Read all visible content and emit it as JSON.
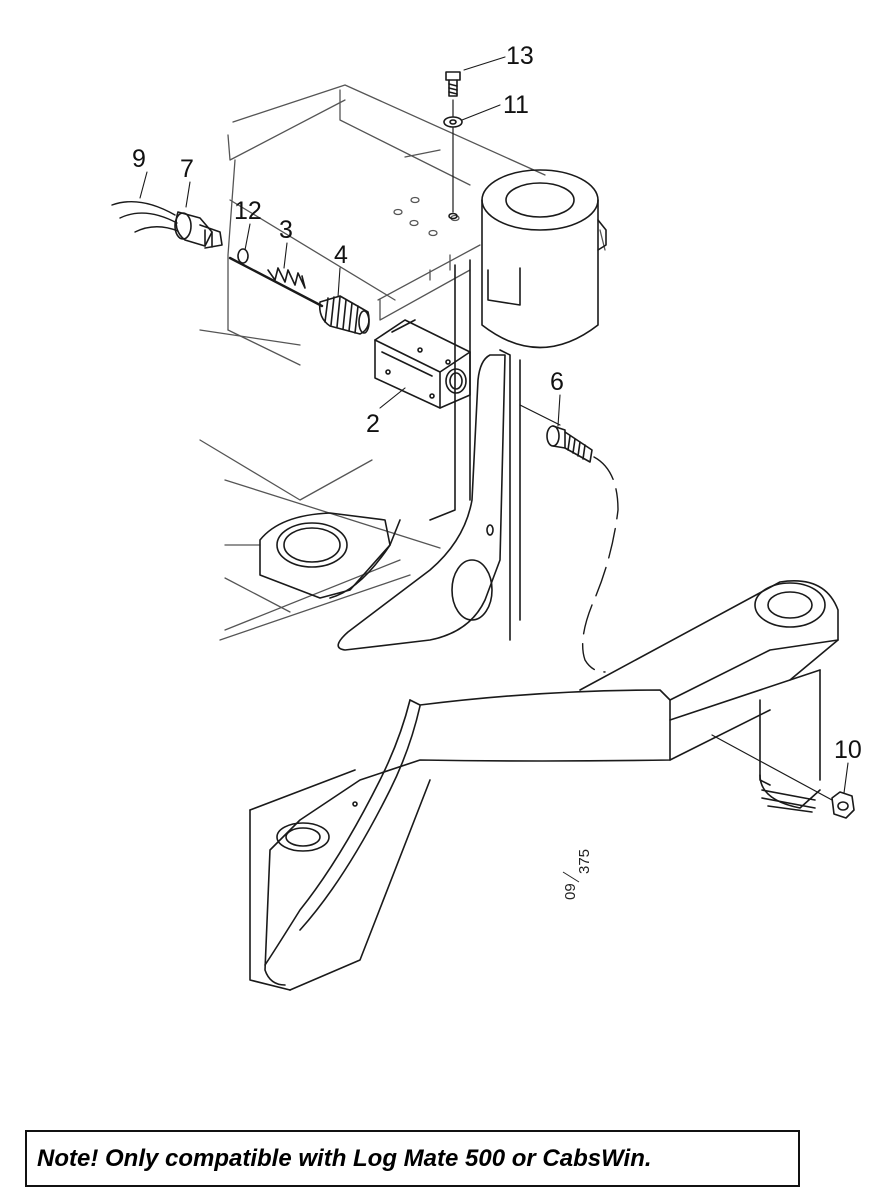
{
  "callouts": {
    "c2": "2",
    "c3": "3",
    "c4": "4",
    "c6": "6",
    "c7": "7",
    "c9": "9",
    "c10": "10",
    "c11": "11",
    "c12": "12",
    "c13": "13"
  },
  "figure_ref": {
    "top": "09",
    "bottom": "375"
  },
  "note": "Note! Only compatible with Log Mate 500 or CabsWin."
}
